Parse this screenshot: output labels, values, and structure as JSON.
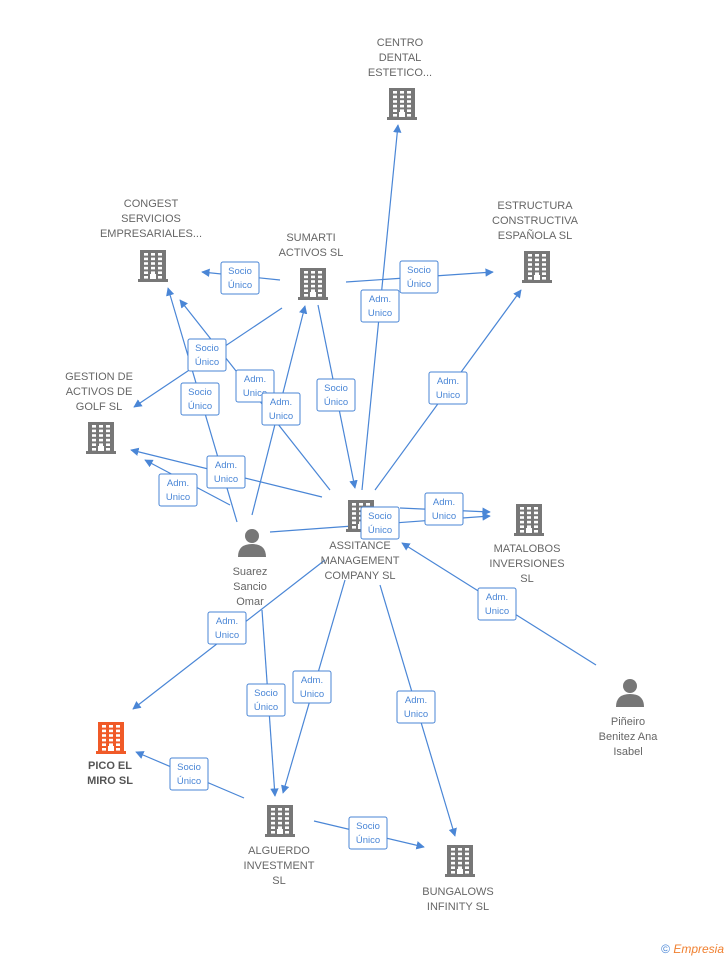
{
  "colors": {
    "edge": "#4a86d6",
    "company": "#777777",
    "highlight": "#f05a28",
    "person": "#777777"
  },
  "nodes": [
    {
      "id": "centro",
      "type": "company",
      "label": [
        "CENTRO",
        "DENTAL",
        "ESTETICO..."
      ]
    },
    {
      "id": "congest",
      "type": "company",
      "label": [
        "CONGEST",
        "SERVICIOS",
        "EMPRESARIALES..."
      ]
    },
    {
      "id": "sumarti",
      "type": "company",
      "label": [
        "SUMARTI",
        "ACTIVOS SL"
      ]
    },
    {
      "id": "estructura",
      "type": "company",
      "label": [
        "ESTRUCTURA",
        "CONSTRUCTIVA",
        "ESPAÑOLA SL"
      ]
    },
    {
      "id": "gestion",
      "type": "company",
      "label": [
        "GESTION DE",
        "ACTIVOS DE",
        "GOLF SL"
      ]
    },
    {
      "id": "assitance",
      "type": "company",
      "label": [
        "ASSITANCE",
        "MANAGEMENT",
        "COMPANY SL"
      ]
    },
    {
      "id": "matalobos",
      "type": "company",
      "label": [
        "MATALOBOS",
        "INVERSIONES",
        "SL"
      ]
    },
    {
      "id": "suarez",
      "type": "person",
      "label": [
        "Suarez",
        "Sancio",
        "Omar"
      ]
    },
    {
      "id": "pineiro",
      "type": "person",
      "label": [
        "Piñeiro",
        "Benitez Ana",
        "Isabel"
      ]
    },
    {
      "id": "pico",
      "type": "highlight",
      "label": [
        "PICO EL",
        "MIRO SL"
      ]
    },
    {
      "id": "alguerdo",
      "type": "company",
      "label": [
        "ALGUERDO",
        "INVESTMENT",
        "SL"
      ]
    },
    {
      "id": "bungalows",
      "type": "company",
      "label": [
        "BUNGALOWS",
        "INFINITY SL"
      ]
    }
  ],
  "edges": [
    {
      "from": "sumarti",
      "to": "congest",
      "label": [
        "Socio",
        "Único"
      ]
    },
    {
      "from": "sumarti",
      "to": "estructura",
      "label": [
        "Socio",
        "Único"
      ]
    },
    {
      "from": "assitance",
      "to": "centro",
      "label": [
        "Adm.",
        "Unico"
      ]
    },
    {
      "from": "sumarti",
      "to": "gestion",
      "label": [
        "Socio",
        "Único"
      ]
    },
    {
      "from": "suarez",
      "to": "congest",
      "label": [
        "Socio",
        "Único"
      ]
    },
    {
      "from": "assitance",
      "to": "congest",
      "label": [
        "Adm.",
        "Unico"
      ]
    },
    {
      "from": "suarez",
      "to": "sumarti",
      "label": [
        "Adm.",
        "Unico"
      ]
    },
    {
      "from": "sumarti",
      "to": "assitance",
      "label": [
        "Socio",
        "Único"
      ]
    },
    {
      "from": "assitance",
      "to": "estructura",
      "label": [
        "Adm.",
        "Unico"
      ]
    },
    {
      "from": "assitance",
      "to": "gestion",
      "label": [
        "Adm.",
        "Unico"
      ]
    },
    {
      "from": "suarez",
      "to": "gestion",
      "label": [
        "Adm.",
        "Unico"
      ]
    },
    {
      "from": "assitance",
      "to": "matalobos",
      "label": [
        "Adm.",
        "Unico"
      ]
    },
    {
      "from": "suarez",
      "to": "matalobos",
      "label": [
        "Socio",
        "Único"
      ]
    },
    {
      "from": "pineiro",
      "to": "assitance",
      "label": [
        "Adm.",
        "Unico"
      ]
    },
    {
      "from": "assitance",
      "to": "pico",
      "label": [
        "Adm.",
        "Unico"
      ]
    },
    {
      "from": "suarez",
      "to": "alguerdo",
      "label": [
        "Socio",
        "Único"
      ]
    },
    {
      "from": "assitance",
      "to": "alguerdo",
      "label": [
        "Adm.",
        "Unico"
      ]
    },
    {
      "from": "assitance",
      "to": "bungalows",
      "label": [
        "Adm.",
        "Unico"
      ]
    },
    {
      "from": "alguerdo",
      "to": "pico",
      "label": [
        "Socio",
        "Único"
      ]
    },
    {
      "from": "alguerdo",
      "to": "bungalows",
      "label": [
        "Socio",
        "Único"
      ]
    }
  ],
  "footer": {
    "copyright": "©",
    "brand": "Empresia"
  }
}
